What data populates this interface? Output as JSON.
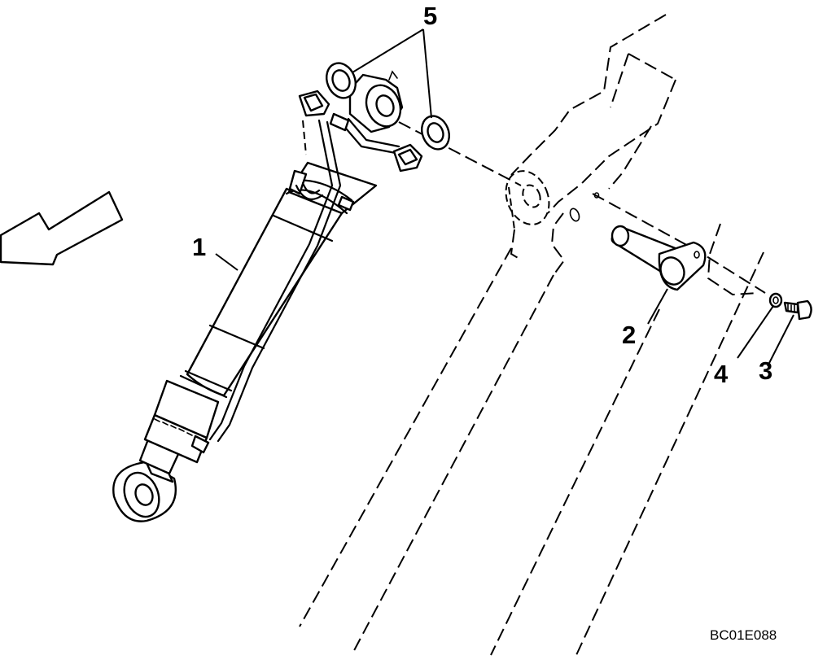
{
  "callouts": {
    "one": "1",
    "two": "2",
    "three": "3",
    "four": "4",
    "five": "5"
  },
  "drawing_code": "BC01E088"
}
